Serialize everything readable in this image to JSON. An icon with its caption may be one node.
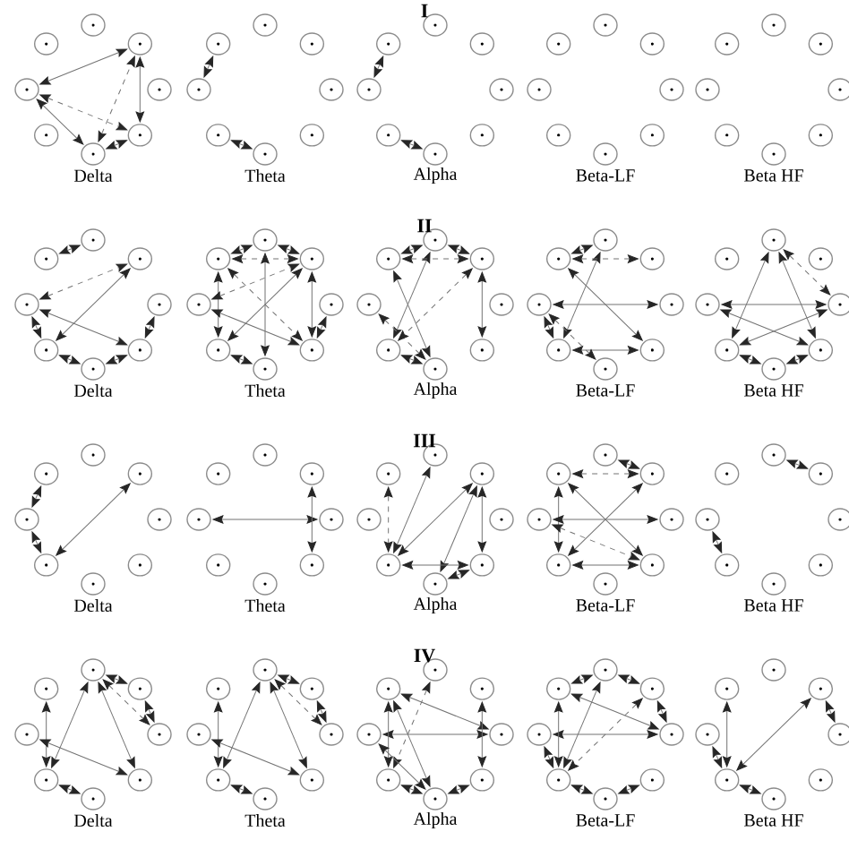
{
  "diagram": {
    "nodes": [
      {
        "text": [],
        "shape": "circle"
      },
      {
        "text": [],
        "shape": "circle"
      },
      {
        "text": [],
        "shape": "circle"
      },
      {
        "text": [],
        "shape": "circle"
      },
      {
        "text": [],
        "shape": "circle"
      },
      {
        "text": [],
        "shape": "circle"
      },
      {
        "text": [],
        "shape": "circle"
      },
      {
        "text": [],
        "shape": "circle"
      },
      {
        "text": [],
        "shape": "circle"
      },
      {
        "text": [],
        "shape": "circle"
      },
      {
        "text": [],
        "shape": "circle"
      },
      {
        "text": [],
        "shape": "circle"
      },
      {
        "text": [],
        "shape": "circle"
      },
      {
        "text": [],
        "shape": "circle"
      },
      {
        "text": [],
        "shape": "circle"
      },
      {
        "text": [],
        "shape": "circle"
      },
      {
        "text": [],
        "shape": "circle"
      },
      {
        "text": [],
        "shape": "circle"
      },
      {
        "text": [],
        "shape": "circle"
      },
      {
        "text": [],
        "shape": "circle"
      },
      {
        "text": [],
        "shape": "circle"
      },
      {
        "text": [],
        "shape": "circle"
      },
      {
        "text": [],
        "shape": "circle"
      },
      {
        "text": [],
        "shape": "circle"
      },
      {
        "text": [],
        "shape": "circle"
      },
      {
        "text": [],
        "shape": "circle"
      },
      {
        "text": [],
        "shape": "circle"
      },
      {
        "text": [],
        "shape": "circle"
      },
      {
        "text": [],
        "shape": "circle"
      },
      {
        "text": [],
        "shape": "circle"
      },
      {
        "text": [],
        "shape": "circle"
      },
      {
        "text": [],
        "shape": "circle"
      },
      {
        "text": [],
        "shape": "circle"
      },
      {
        "text": [],
        "shape": "circle"
      },
      {
        "text": [],
        "shape": "circle"
      },
      {
        "text": [],
        "shape": "circle"
      },
      {
        "text": [],
        "shape": "circle"
      },
      {
        "text": [],
        "shape": "circle"
      },
      {
        "text": [],
        "shape": "circle"
      },
      {
        "text": [],
        "shape": "circle"
      },
      {
        "text": [],
        "shape": "circle"
      },
      {
        "text": [],
        "shape": "circle"
      },
      {
        "text": [],
        "shape": "circle"
      },
      {
        "text": [],
        "shape": "circle"
      },
      {
        "text": [],
        "shape": "circle"
      },
      {
        "text": [],
        "shape": "circle"
      },
      {
        "text": [],
        "shape": "circle"
      },
      {
        "text": [],
        "shape": "circle"
      },
      {
        "text": [],
        "shape": "circle"
      },
      {
        "text": [],
        "shape": "circle"
      },
      {
        "text": [],
        "shape": "circle"
      },
      {
        "text": [],
        "shape": "circle"
      },
      {
        "text": [],
        "shape": "circle"
      },
      {
        "text": [],
        "shape": "circle"
      },
      {
        "text": [],
        "shape": "circle"
      },
      {
        "text": [],
        "shape": "circle"
      },
      {
        "text": [],
        "shape": "circle"
      },
      {
        "text": [],
        "shape": "circle"
      },
      {
        "text": [],
        "shape": "circle"
      },
      {
        "text": [],
        "shape": "circle"
      },
      {
        "text": [],
        "shape": "circle"
      },
      {
        "text": [],
        "shape": "circle"
      },
      {
        "text": [],
        "shape": "circle"
      },
      {
        "text": [],
        "shape": "circle"
      },
      {
        "text": [],
        "shape": "circle"
      },
      {
        "text": [],
        "shape": "circle"
      },
      {
        "text": [],
        "shape": "circle"
      },
      {
        "text": [],
        "shape": "circle"
      },
      {
        "text": [],
        "shape": "circle"
      },
      {
        "text": [],
        "shape": "circle"
      },
      {
        "text": [],
        "shape": "circle"
      },
      {
        "text": [],
        "shape": "circle"
      },
      {
        "text": [],
        "shape": "circle"
      },
      {
        "text": [],
        "shape": "circle"
      },
      {
        "text": [],
        "shape": "circle"
      },
      {
        "text": [],
        "shape": "circle"
      },
      {
        "text": [],
        "shape": "circle"
      },
      {
        "text": [],
        "shape": "circle"
      },
      {
        "text": [],
        "shape": "circle"
      },
      {
        "text": [],
        "shape": "circle"
      },
      {
        "text": [],
        "shape": "circle"
      },
      {
        "text": [],
        "shape": "circle"
      },
      {
        "text": [],
        "shape": "circle"
      },
      {
        "text": [],
        "shape": "circle"
      },
      {
        "text": [],
        "shape": "circle"
      },
      {
        "text": [],
        "shape": "circle"
      },
      {
        "text": [],
        "shape": "circle"
      },
      {
        "text": [],
        "shape": "circle"
      },
      {
        "text": [],
        "shape": "circle"
      },
      {
        "text": [],
        "shape": "circle"
      },
      {
        "text": [],
        "shape": "circle"
      },
      {
        "text": [],
        "shape": "circle"
      },
      {
        "text": [],
        "shape": "circle"
      },
      {
        "text": [],
        "shape": "circle"
      },
      {
        "text": [],
        "shape": "circle"
      },
      {
        "text": [],
        "shape": "circle"
      },
      {
        "text": [],
        "shape": "circle"
      },
      {
        "text": [],
        "shape": "circle"
      },
      {
        "text": [],
        "shape": "circle"
      },
      {
        "text": [],
        "shape": "circle"
      },
      {
        "text": [],
        "shape": "circle"
      },
      {
        "text": [],
        "shape": "circle"
      },
      {
        "text": [],
        "shape": "circle"
      },
      {
        "text": [],
        "shape": "circle"
      },
      {
        "text": [],
        "shape": "circle"
      },
      {
        "text": [],
        "shape": "circle"
      },
      {
        "text": [],
        "shape": "circle"
      },
      {
        "text": [],
        "shape": "circle"
      },
      {
        "text": [],
        "shape": "circle"
      },
      {
        "text": [],
        "shape": "circle"
      },
      {
        "text": [],
        "shape": "circle"
      },
      {
        "text": [],
        "shape": "circle"
      },
      {
        "text": [],
        "shape": "circle"
      },
      {
        "text": [],
        "shape": "circle"
      },
      {
        "text": [],
        "shape": "circle"
      },
      {
        "text": [],
        "shape": "circle"
      },
      {
        "text": [],
        "shape": "circle"
      },
      {
        "text": [],
        "shape": "circle"
      },
      {
        "text": [],
        "shape": "circle"
      },
      {
        "text": [],
        "shape": "circle"
      },
      {
        "text": [],
        "shape": "circle"
      },
      {
        "text": [],
        "shape": "circle"
      },
      {
        "text": [],
        "shape": "circle"
      },
      {
        "text": [],
        "shape": "circle"
      },
      {
        "text": [],
        "shape": "circle"
      },
      {
        "text": [],
        "shape": "circle"
      },
      {
        "text": [],
        "shape": "circle"
      },
      {
        "text": [],
        "shape": "circle"
      },
      {
        "text": [],
        "shape": "circle"
      },
      {
        "text": [],
        "shape": "circle"
      },
      {
        "text": [],
        "shape": "circle"
      },
      {
        "text": [],
        "shape": "circle"
      },
      {
        "text": [],
        "shape": "circle"
      },
      {
        "text": [],
        "shape": "circle"
      },
      {
        "text": [],
        "shape": "circle"
      },
      {
        "text": [],
        "shape": "circle"
      },
      {
        "text": [],
        "shape": "circle"
      },
      {
        "text": [],
        "shape": "circle"
      },
      {
        "text": [],
        "shape": "circle"
      },
      {
        "text": [],
        "shape": "circle"
      },
      {
        "text": [],
        "shape": "circle"
      },
      {
        "text": [],
        "shape": "circle"
      },
      {
        "text": [],
        "shape": "circle"
      },
      {
        "text": [],
        "shape": "circle"
      },
      {
        "text": [],
        "shape": "circle"
      },
      {
        "text": [],
        "shape": "circle"
      },
      {
        "text": [],
        "shape": "circle"
      },
      {
        "text": [],
        "shape": "circle"
      },
      {
        "text": [],
        "shape": "circle"
      },
      {
        "text": [],
        "shape": "circle"
      },
      {
        "text": [],
        "shape": "circle"
      },
      {
        "text": [],
        "shape": "circle"
      },
      {
        "text": [],
        "shape": "circle"
      },
      {
        "text": [],
        "shape": "circle"
      },
      {
        "text": [],
        "shape": "circle"
      },
      {
        "text": [],
        "shape": "circle"
      },
      {
        "text": [],
        "shape": "circle"
      },
      {
        "text": [],
        "shape": "circle"
      },
      {
        "text": [],
        "shape": "circle"
      },
      {
        "text": [],
        "shape": "circle"
      }
    ],
    "edges": [
      {
        "from": 6,
        "to": 1,
        "arrow": "both"
      },
      {
        "from": 1,
        "to": 3,
        "arrow": "both"
      },
      {
        "from": 6,
        "to": 4,
        "arrow": "both"
      },
      {
        "from": 4,
        "to": 3,
        "arrow": "both"
      },
      {
        "from": 6,
        "to": 3,
        "arrow": "both",
        "style": "dashed"
      },
      {
        "from": 4,
        "to": 1,
        "arrow": "both",
        "style": "dashed"
      },
      {
        "from": 15,
        "to": 14,
        "arrow": "both"
      },
      {
        "from": 13,
        "to": 12,
        "arrow": "both"
      },
      {
        "from": 23,
        "to": 22,
        "arrow": "both"
      },
      {
        "from": 21,
        "to": 20,
        "arrow": "both"
      },
      {
        "from": 47,
        "to": 40,
        "arrow": "both"
      },
      {
        "from": 46,
        "to": 41,
        "arrow": "both",
        "style": "dashed"
      },
      {
        "from": 45,
        "to": 41,
        "arrow": "both"
      },
      {
        "from": 42,
        "to": 43,
        "arrow": "both"
      },
      {
        "from": 46,
        "to": 45,
        "arrow": "both",
        "style": "dashed"
      },
      {
        "from": 45,
        "to": 44,
        "arrow": "both"
      },
      {
        "from": 44,
        "to": 43,
        "arrow": "both"
      },
      {
        "from": 46,
        "to": 43,
        "arrow": "both"
      },
      {
        "from": 55,
        "to": 48,
        "arrow": "both"
      },
      {
        "from": 48,
        "to": 49,
        "arrow": "both"
      },
      {
        "from": 49,
        "to": 51,
        "arrow": "both"
      },
      {
        "from": 55,
        "to": 53,
        "arrow": "both"
      },
      {
        "from": 54,
        "to": 51,
        "arrow": "both"
      },
      {
        "from": 54,
        "to": 49,
        "arrow": "both",
        "style": "dashed"
      },
      {
        "from": 55,
        "to": 49,
        "arrow": "both",
        "style": "dashed"
      },
      {
        "from": 48,
        "to": 52,
        "arrow": "both"
      },
      {
        "from": 53,
        "to": 52,
        "arrow": "both"
      },
      {
        "from": 49,
        "to": 53,
        "arrow": "both"
      },
      {
        "from": 55,
        "to": 51,
        "arrow": "both",
        "style": "dashed"
      },
      {
        "from": 50,
        "to": 51,
        "arrow": "both"
      },
      {
        "from": 63,
        "to": 56,
        "arrow": "both"
      },
      {
        "from": 56,
        "to": 57,
        "arrow": "both"
      },
      {
        "from": 57,
        "to": 59,
        "arrow": "both"
      },
      {
        "from": 63,
        "to": 60,
        "arrow": "both"
      },
      {
        "from": 56,
        "to": 61,
        "arrow": "both"
      },
      {
        "from": 62,
        "to": 60,
        "arrow": "both",
        "style": "dashed"
      },
      {
        "from": 57,
        "to": 61,
        "arrow": "both",
        "style": "dashed"
      },
      {
        "from": 61,
        "to": 60,
        "arrow": "both"
      },
      {
        "from": 63,
        "to": 57,
        "arrow": "both",
        "style": "dashed"
      },
      {
        "from": 71,
        "to": 64,
        "arrow": "both",
        "style": "dashed"
      },
      {
        "from": 70,
        "to": 66,
        "arrow": "both"
      },
      {
        "from": 70,
        "to": 69,
        "arrow": "both"
      },
      {
        "from": 69,
        "to": 67,
        "arrow": "both"
      },
      {
        "from": 71,
        "to": 67,
        "arrow": "both"
      },
      {
        "from": 64,
        "to": 69,
        "arrow": "both"
      },
      {
        "from": 71,
        "to": 65,
        "arrow": "both",
        "style": "dashed"
      },
      {
        "from": 70,
        "to": 68,
        "arrow": "both",
        "style": "dashed"
      },
      {
        "from": 72,
        "to": 77,
        "arrow": "both"
      },
      {
        "from": 72,
        "to": 75,
        "arrow": "both"
      },
      {
        "from": 78,
        "to": 74,
        "arrow": "both"
      },
      {
        "from": 77,
        "to": 76,
        "arrow": "both"
      },
      {
        "from": 76,
        "to": 75,
        "arrow": "both"
      },
      {
        "from": 77,
        "to": 74,
        "arrow": "both"
      },
      {
        "from": 78,
        "to": 75,
        "arrow": "both"
      },
      {
        "from": 72,
        "to": 74,
        "arrow": "both",
        "style": "dashed"
      },
      {
        "from": 87,
        "to": 86,
        "arrow": "both"
      },
      {
        "from": 86,
        "to": 85,
        "arrow": "both"
      },
      {
        "from": 85,
        "to": 81,
        "arrow": "both"
      },
      {
        "from": 94,
        "to": 90,
        "arrow": "both"
      },
      {
        "from": 89,
        "to": 91,
        "arrow": "both"
      },
      {
        "from": 96,
        "to": 101,
        "arrow": "both"
      },
      {
        "from": 97,
        "to": 101,
        "arrow": "both"
      },
      {
        "from": 97,
        "to": 100,
        "arrow": "both"
      },
      {
        "from": 101,
        "to": 99,
        "arrow": "both"
      },
      {
        "from": 100,
        "to": 99,
        "arrow": "both",
        "style": "dashed"
      },
      {
        "from": 103,
        "to": 101,
        "arrow": "both",
        "style": "dashed"
      },
      {
        "from": 97,
        "to": 99,
        "arrow": "both"
      },
      {
        "from": 104,
        "to": 105,
        "arrow": "both"
      },
      {
        "from": 111,
        "to": 109,
        "arrow": "both"
      },
      {
        "from": 111,
        "to": 107,
        "arrow": "both"
      },
      {
        "from": 109,
        "to": 105,
        "arrow": "both"
      },
      {
        "from": 110,
        "to": 106,
        "arrow": "both"
      },
      {
        "from": 110,
        "to": 107,
        "arrow": "both",
        "style": "dashed"
      },
      {
        "from": 109,
        "to": 107,
        "arrow": "both"
      },
      {
        "from": 111,
        "to": 105,
        "arrow": "both",
        "style": "dashed"
      },
      {
        "from": 112,
        "to": 113,
        "arrow": "both"
      },
      {
        "from": 118,
        "to": 117,
        "arrow": "both"
      },
      {
        "from": 127,
        "to": 125,
        "arrow": "both"
      },
      {
        "from": 120,
        "to": 121,
        "arrow": "both"
      },
      {
        "from": 121,
        "to": 122,
        "arrow": "both"
      },
      {
        "from": 126,
        "to": 123,
        "arrow": "both"
      },
      {
        "from": 125,
        "to": 124,
        "arrow": "both"
      },
      {
        "from": 120,
        "to": 125,
        "arrow": "both"
      },
      {
        "from": 120,
        "to": 123,
        "arrow": "both"
      },
      {
        "from": 120,
        "to": 122,
        "arrow": "both",
        "style": "dashed"
      },
      {
        "from": 135,
        "to": 133,
        "arrow": "both"
      },
      {
        "from": 128,
        "to": 129,
        "arrow": "both"
      },
      {
        "from": 129,
        "to": 130,
        "arrow": "both"
      },
      {
        "from": 134,
        "to": 131,
        "arrow": "both"
      },
      {
        "from": 133,
        "to": 132,
        "arrow": "both"
      },
      {
        "from": 128,
        "to": 133,
        "arrow": "both"
      },
      {
        "from": 128,
        "to": 131,
        "arrow": "both"
      },
      {
        "from": 128,
        "to": 130,
        "arrow": "both",
        "style": "dashed"
      },
      {
        "from": 143,
        "to": 140,
        "arrow": "both"
      },
      {
        "from": 143,
        "to": 138,
        "arrow": "both"
      },
      {
        "from": 142,
        "to": 138,
        "arrow": "both"
      },
      {
        "from": 137,
        "to": 139,
        "arrow": "both"
      },
      {
        "from": 143,
        "to": 141,
        "arrow": "both"
      },
      {
        "from": 141,
        "to": 140,
        "arrow": "both"
      },
      {
        "from": 136,
        "to": 141,
        "arrow": "both",
        "style": "dashed"
      },
      {
        "from": 140,
        "to": 139,
        "arrow": "both",
        "style": "dashed"
      },
      {
        "from": 142,
        "to": 140,
        "arrow": "both"
      },
      {
        "from": 151,
        "to": 144,
        "arrow": "both"
      },
      {
        "from": 144,
        "to": 145,
        "arrow": "both"
      },
      {
        "from": 145,
        "to": 146,
        "arrow": "both"
      },
      {
        "from": 151,
        "to": 146,
        "arrow": "both"
      },
      {
        "from": 150,
        "to": 146,
        "arrow": "both"
      },
      {
        "from": 149,
        "to": 148,
        "arrow": "both"
      },
      {
        "from": 148,
        "to": 147,
        "arrow": "both",
        "style": "dashed"
      },
      {
        "from": 144,
        "to": 149,
        "arrow": "both"
      },
      {
        "from": 150,
        "to": 149,
        "arrow": "both",
        "style": "dashed"
      },
      {
        "from": 151,
        "to": 149,
        "arrow": "both"
      },
      {
        "from": 145,
        "to": 149,
        "arrow": "both",
        "style": "dashed"
      },
      {
        "from": 159,
        "to": 157,
        "arrow": "both"
      },
      {
        "from": 158,
        "to": 157,
        "arrow": "both"
      },
      {
        "from": 157,
        "to": 156,
        "arrow": "both"
      },
      {
        "from": 157,
        "to": 153,
        "arrow": "both"
      },
      {
        "from": 153,
        "to": 154,
        "arrow": "both"
      }
    ],
    "labels": [
      "I",
      "Delta",
      "Theta",
      "Alpha",
      "Beta-LF",
      "Beta HF",
      "II",
      "Delta",
      "Theta",
      "Alpha",
      "Beta-LF",
      "Beta HF",
      "III",
      "Delta",
      "Theta",
      "Alpha",
      "Beta-LF",
      "Beta HF",
      "IV",
      "Delta",
      "Theta",
      "Alpha",
      "Beta-LF",
      "Beta HF"
    ]
  }
}
